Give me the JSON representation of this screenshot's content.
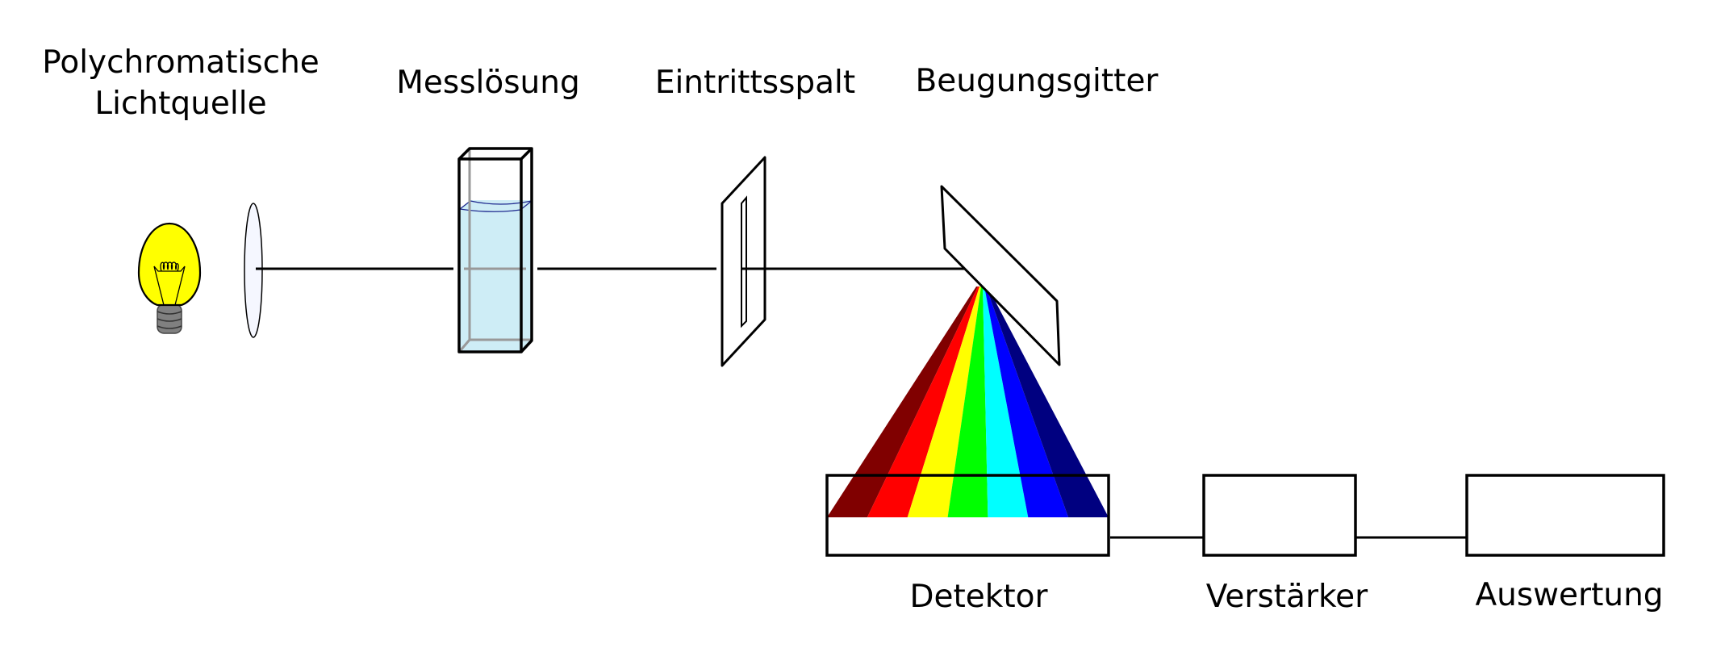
{
  "title": "Aufbau eines Spektralphotometers",
  "labels": {
    "light_source_line1": "Polychromatische",
    "light_source_line2": "Lichtquelle",
    "sample": "Messlösung",
    "slit": "Eintrittsspalt",
    "grating": "Beugungsgitter",
    "detector": "Detektor",
    "amplifier": "Verstärker",
    "evaluation": "Auswertung"
  },
  "colors": {
    "bulb": "#ffff00",
    "socket": "#808080",
    "lens": "#f5f7ff",
    "solution": "#ceedf6",
    "solution_surface": "#1f2a8f",
    "spectrum": [
      "#800000",
      "#ff0000",
      "#ffff00",
      "#00ff00",
      "#00ffff",
      "#0000ff",
      "#000080"
    ]
  }
}
